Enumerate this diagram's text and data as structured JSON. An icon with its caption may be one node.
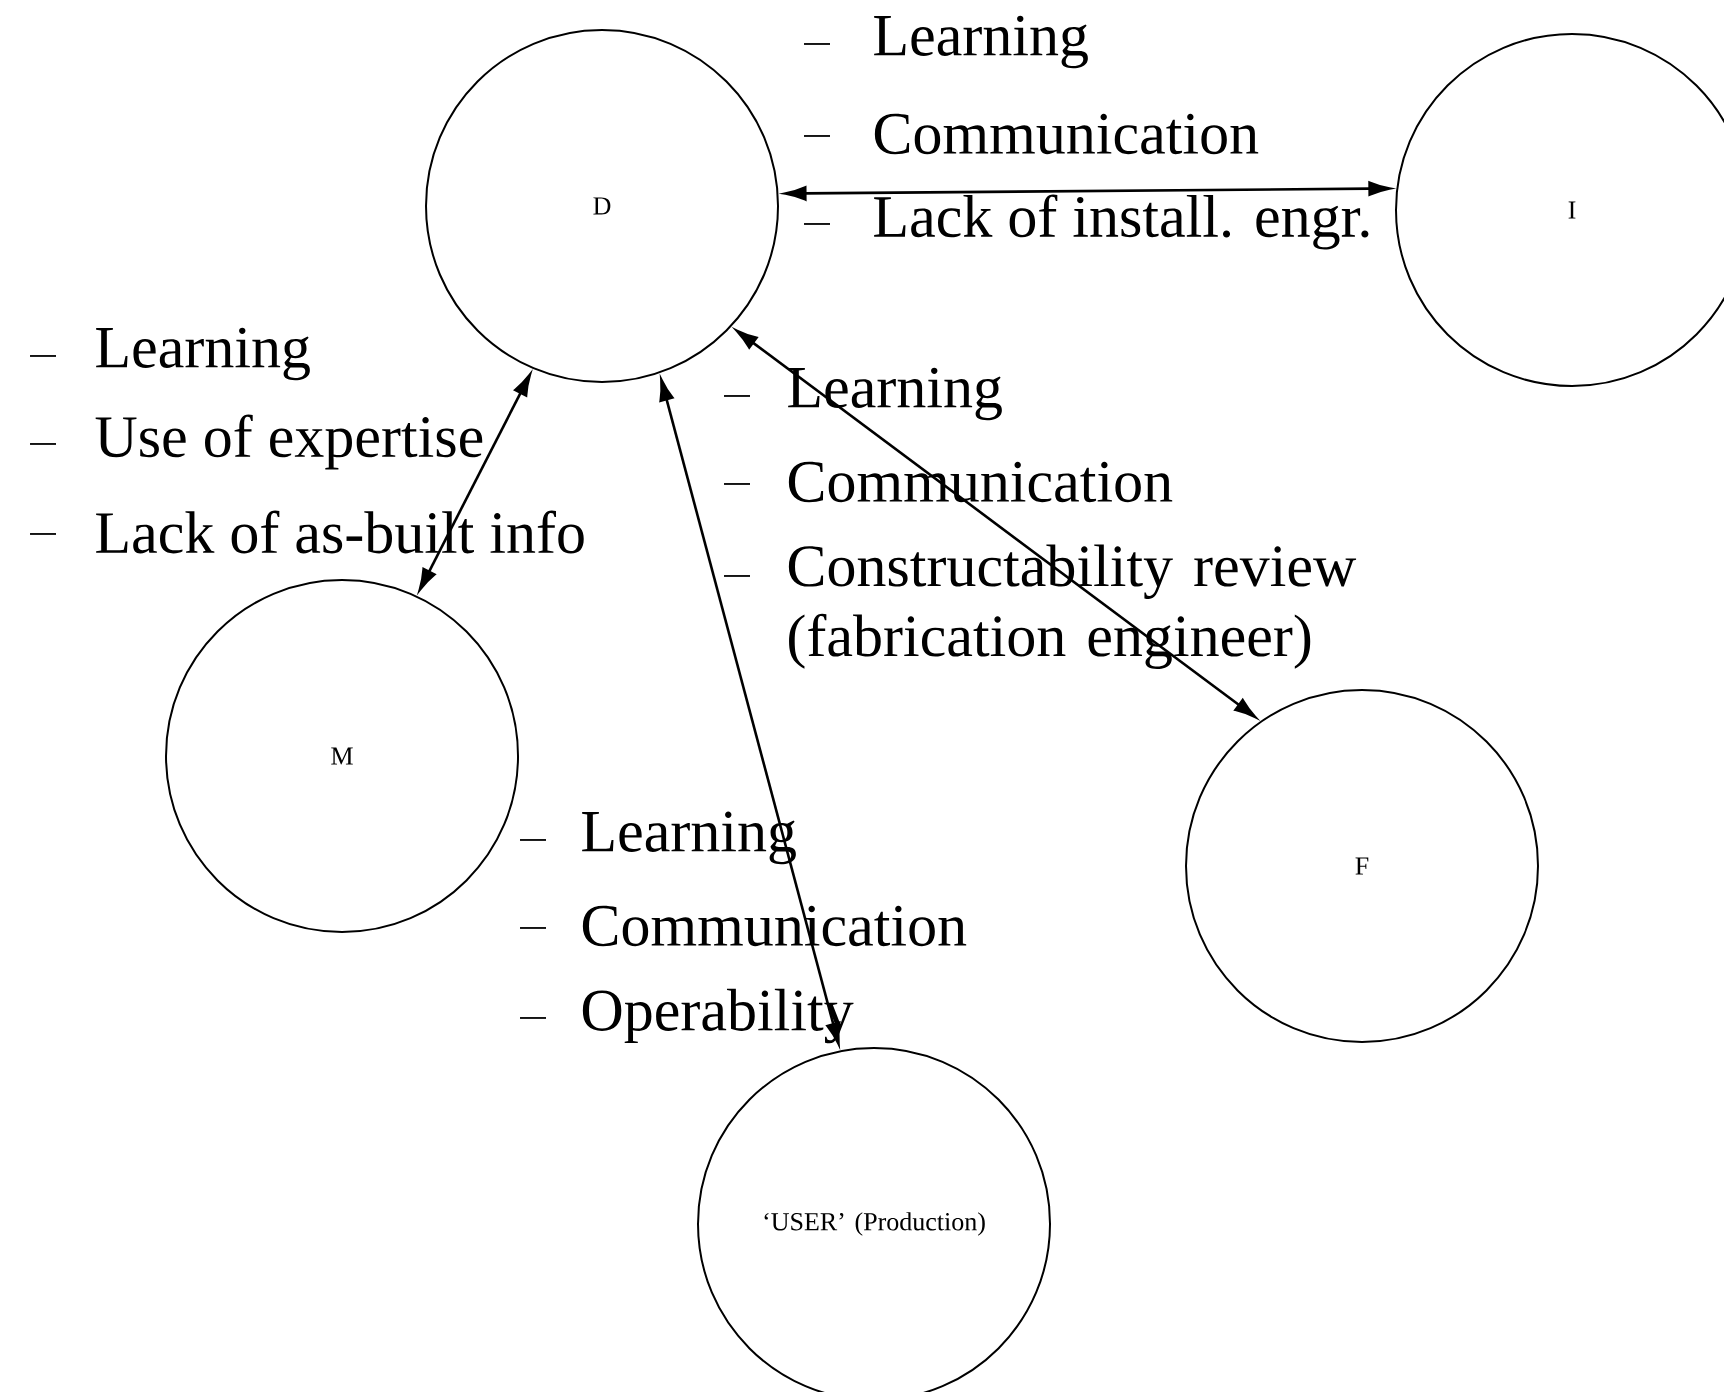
{
  "diagram": {
    "nodes": [
      {
        "text": [
          "D"
        ]
      },
      {
        "text": [
          "I"
        ]
      },
      {
        "text": [
          "M"
        ]
      },
      {
        "text": [
          "F"
        ]
      },
      {
        "text": [
          "‘USER’ (Production)"
        ]
      }
    ],
    "edges": [
      {
        "from": 0,
        "to": 1,
        "arrow": "both"
      },
      {
        "from": 0,
        "to": 2,
        "arrow": "both"
      },
      {
        "from": 0,
        "to": 4,
        "arrow": "both"
      },
      {
        "from": 0,
        "to": 3,
        "arrow": "both"
      }
    ],
    "labels": [
      "Learning",
      "Communication",
      "Lack of install. engr.",
      "Learning",
      "Use of expertise",
      "Lack of as-built info",
      "Learning",
      "Communication",
      "Constructability review (fabrication engineer)",
      "Learning",
      "Communication",
      "Operability"
    ]
  }
}
